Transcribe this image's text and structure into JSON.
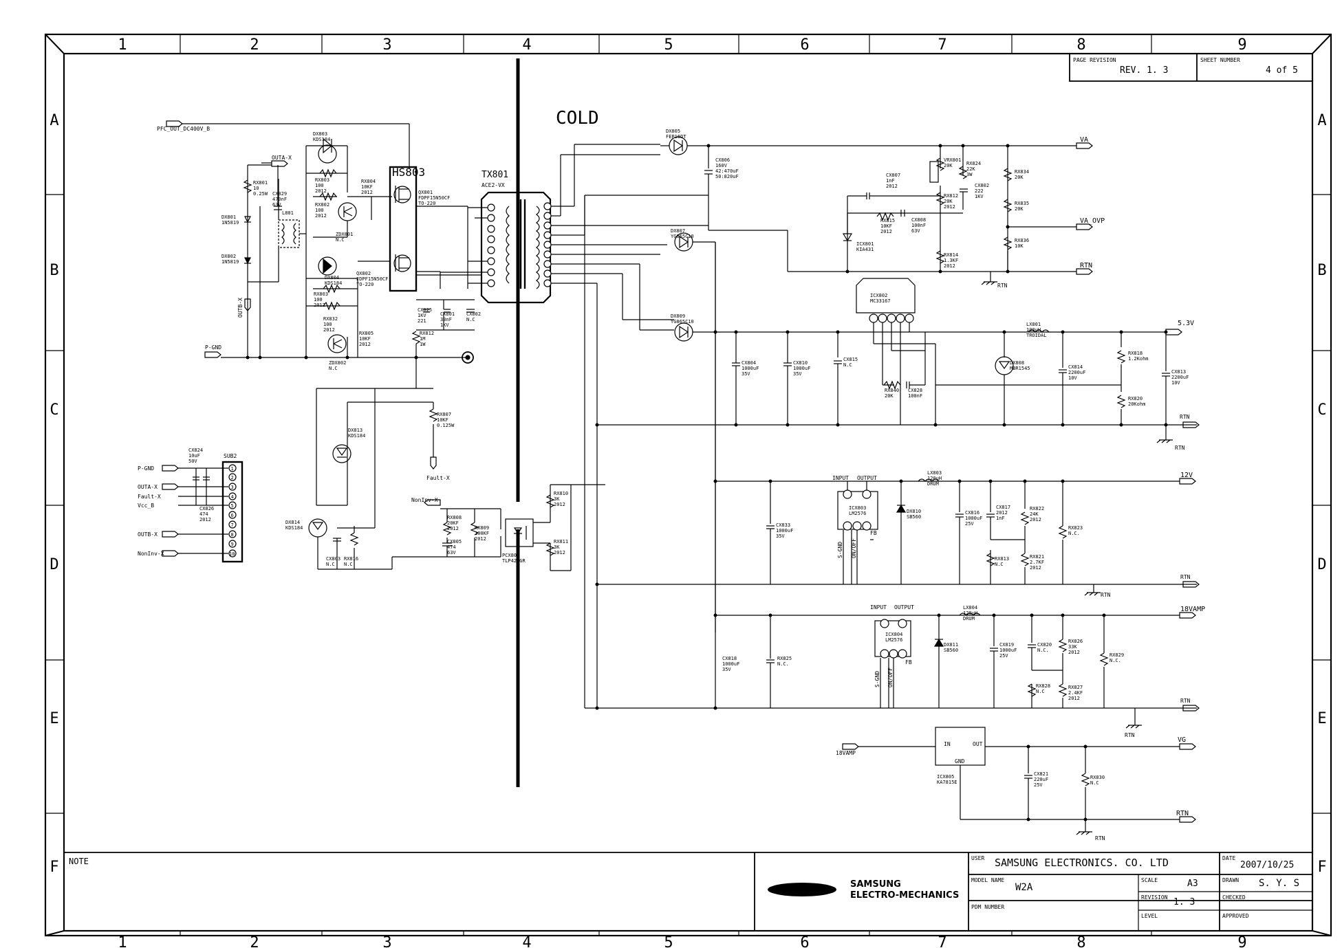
{
  "grid": {
    "columns": [
      "1",
      "2",
      "3",
      "4",
      "5",
      "6",
      "7",
      "8",
      "9"
    ],
    "rows": [
      "A",
      "B",
      "C",
      "D",
      "E",
      "F"
    ]
  },
  "title_block": {
    "page_revision_label": "PAGE REVISION",
    "page_revision": "REV. 1. 3",
    "sheet_number_label": "SHEET NUMBER",
    "sheet_number": "4 of 5",
    "note_label": "NOTE",
    "brand_logo": "SAMSUNG",
    "company_line1": "SAMSUNG",
    "company_line2": "ELECTRO-MECHANICS",
    "user_label": "USER",
    "user": "SAMSUNG ELECTRONICS. CO. LTD",
    "date_label": "DATE",
    "date": "2007/10/25",
    "model_name_label": "MODEL NAME",
    "model_name": "W2A",
    "scale_label": "SCALE",
    "scale": "A3",
    "drawn_label": "DRAWN",
    "drawn": "S. Y. S",
    "revision_label": "REVISION",
    "revision": "1. 3",
    "checked_label": "CHECKED",
    "pdm_label": "PDM NUMBER",
    "level_label": "LEVEL",
    "approved_label": "APPROVED"
  },
  "schematic": {
    "cold_label": "COLD",
    "transformer": {
      "ref": "TX801",
      "part": "ACE2-VX"
    },
    "heatsink": "HS803",
    "input_net": "PFC_OUT_DC400V_B",
    "nets": {
      "va": "VA",
      "va_ovp": "VA_OVP",
      "rtn": "RTN",
      "v53": "5.3V",
      "v12": "12V",
      "v18": "18VAMP",
      "vg": "VG",
      "v18_in": "18VAMP",
      "p_gnd": "P-GND",
      "outa": "OUTA-X",
      "outb": "OUTB-X",
      "fault": "Fault-X",
      "noninv": "NonInv-X"
    },
    "connector": {
      "ref": "SUB2",
      "pins": [
        "1",
        "2",
        "3",
        "4",
        "5",
        "6",
        "7",
        "8",
        "9",
        "10"
      ],
      "labels": [
        "P-GND",
        "OUTA-X",
        "Fault-X",
        "Vcc_B",
        "OUTB-X",
        "NonInv-X"
      ]
    },
    "components": {
      "dx803": "DX803\nKDS184",
      "rx801": "RX801\n10\n0.25W",
      "cx829": "CX829\n470nF\n63V",
      "l801": "L801",
      "dx801": "DX801\n1N5819",
      "dx802": "DX802\n1N5819",
      "rx803a": "RX803\n100\n2012",
      "rx802": "RX802\n100\n2012",
      "rx804": "RX804\n10KF\n2012",
      "zdx801": "ZDX801\nN.C",
      "qx801": "QX801\nFDPF15N50CF\nTO-220",
      "qx802": "QX802\nFDPF15N50CF\nTO-220",
      "dx804": "DX804\nKDS184",
      "rx803b": "RX803\n100\n2012",
      "rx832": "RX832\n100\n2012",
      "rx805": "RX805\n10KF\n2012",
      "zdx802": "ZDX802\nN.C",
      "cx825": "CX825\n1KV\n221",
      "cx801": "CX801\n33nF\n1KV",
      "cx802": "CX802\nN.C",
      "rx812": "RX812\n1M\n1W",
      "rx807": "RX807\n10KF\n0.125W",
      "dx813": "DX813\nKDS184",
      "dx814": "DX814\nKDS184",
      "cx803": "CX803\nN.C",
      "rx816": "RX816\nN.C",
      "cx824": "CX824\n10uF\n50V",
      "cx826": "CX826\n474\n2012",
      "rx808": "RX808\n20KF\n2012",
      "rx809": "RX809\n100KF\n2012",
      "cx805": "CX805\n474\n63V",
      "pcx801": "PCX801\nTLP421GR",
      "rx810": "RX810\n3K\n2012",
      "rx811": "RX811\n3K\n2012",
      "dx805": "DX805\nFEP16DT",
      "cx806": "CX806\n160V\n42:470uF\n50:820uF",
      "cx807": "CX807\n1nF\n2012",
      "rx815": "RX815\n10KF\n2012",
      "cx808": "CX808\n100nF\n63V",
      "icx801": "ICX801\nKIA431",
      "vrx801": "VRX801\n20K",
      "rx824": "RX824\n22K\n3W",
      "rx812b": "RX812\n20K\n2012",
      "cx802b": "CX802\n222\n1KV",
      "rx814": "RX814\n1.3KF\n2012",
      "rx834": "RX834\n20K",
      "rx835": "RX835\n20K",
      "rx836": "RX836\n10K",
      "dx807": "DX807\nYG865C10",
      "dx809": "DX809\nYG865C10",
      "icx802": "ICX802\nMC33167",
      "cx804": "CX804\n1000uF\n35V",
      "cx810": "CX810\n1000uF\n35V",
      "cx815": "CX815\nN.C",
      "rx840": "RX840\n20K",
      "cx828": "CX828\n100nF",
      "lx801": "LX801\n100uH\nTROIDAL",
      "dx808": "DX808\nMBR1545",
      "cx814": "CX814\n2200uF\n10V",
      "rx818": "RX818\n1.2Kohm",
      "cx813": "CX813\n2200uF\n10V",
      "rx820": "RX820\n20Kohm",
      "icx803": "ICX803\nLM2576",
      "lx803": "LX803\n120uH\nDRUM",
      "cx833": "CX833\n1000uF\n35V",
      "dx810": "DX810\nSB560",
      "cx816": "CX816\n1000uF\n25V",
      "cx817": "CX817\n2012\n1nF",
      "rx822": "RX822\n24K\n2012",
      "rx813": "RX813\nN.C",
      "rx821": "RX821\n2.7KF\n2012",
      "rx823": "RX823\nN.C.",
      "icx804": "ICX804\nLM2576",
      "lx804": "LX804\n120uH\nDRUM",
      "cx818": "CX818\n1000uF\n35V",
      "rx825": "RX825\nN.C.",
      "dx811": "DX811\nSB560",
      "cx819": "CX819\n1000uF\n25V",
      "cx820": "CX820\nN.C.",
      "rx826": "RX826\n33K\n2012",
      "rx828": "RX828\nN.C",
      "rx827": "RX827\n2.4KF\n2012",
      "rx829": "RX829\nN.C.",
      "icx805": "ICX805\nKA7815E",
      "cx821": "CX821\n220uF\n25V",
      "rx830": "RX830\nN.C"
    },
    "pin_labels": {
      "input": "INPUT",
      "output": "OUTPUT",
      "in": "IN",
      "out": "OUT",
      "gnd": "GND",
      "fb": "FB",
      "s_gnd": "S-GND",
      "on_off": "ON/OFF"
    }
  }
}
